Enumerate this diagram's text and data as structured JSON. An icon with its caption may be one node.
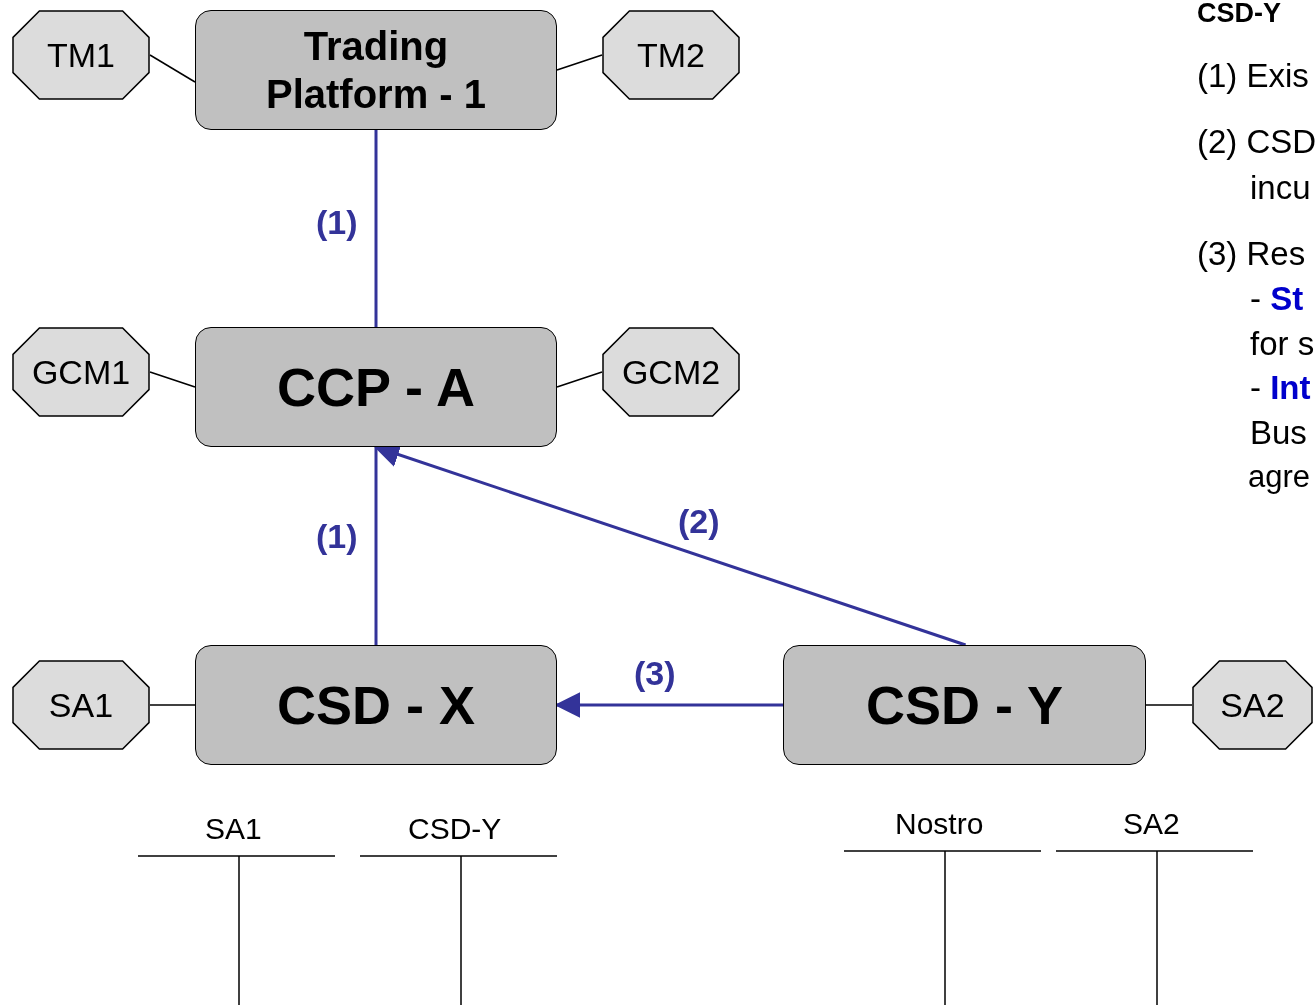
{
  "diagram": {
    "nodes": [
      {
        "text": [
          "Trading Platform - 1"
        ]
      },
      {
        "text": [
          "TM1"
        ]
      },
      {
        "text": [
          "TM2"
        ]
      },
      {
        "text": [
          "CCP - A"
        ]
      },
      {
        "text": [
          "GCM1"
        ]
      },
      {
        "text": [
          "GCM2"
        ]
      },
      {
        "text": [
          "CSD - X"
        ]
      },
      {
        "text": [
          "SA1"
        ]
      },
      {
        "text": [
          "CSD - Y"
        ]
      },
      {
        "text": [
          "SA2"
        ]
      }
    ],
    "edges": [
      {
        "from": 1,
        "to": 0,
        "arrow": "none"
      },
      {
        "from": 0,
        "to": 2,
        "arrow": "none"
      },
      {
        "from": 0,
        "to": 3,
        "arrow": "none",
        "label": "(1)",
        "color": "#333399"
      },
      {
        "from": 4,
        "to": 3,
        "arrow": "none"
      },
      {
        "from": 3,
        "to": 5,
        "arrow": "none"
      },
      {
        "from": 6,
        "to": 3,
        "arrow": "none",
        "label": "(1)",
        "color": "#333399"
      },
      {
        "from": 8,
        "to": 3,
        "arrow": "to",
        "label": "(2)",
        "color": "#333399"
      },
      {
        "from": 7,
        "to": 6,
        "arrow": "none"
      },
      {
        "from": 8,
        "to": 6,
        "arrow": "to",
        "label": "(3)",
        "color": "#333399"
      },
      {
        "from": 8,
        "to": 9,
        "arrow": "none"
      }
    ],
    "labels": [
      "CSD-Y",
      "(1) Exis",
      "(2) CSD",
      "incu",
      "(3) Res",
      "- **St**",
      "for s",
      "- **Int**",
      "Bus",
      "agre",
      "SA1",
      "CSD-Y",
      "Nostro",
      "SA2"
    ]
  }
}
